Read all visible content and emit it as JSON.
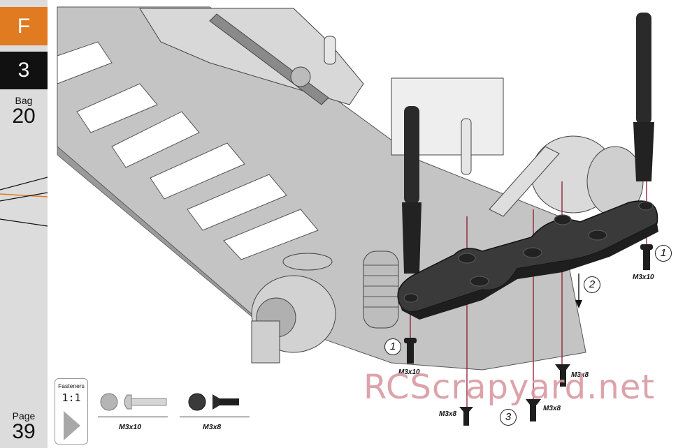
{
  "sidebar": {
    "section_letter": "F",
    "step_number": "3",
    "bag_label": "Bag",
    "bag_number": "20",
    "page_label": "Page",
    "page_number": "39",
    "colors": {
      "section": "#e07b22",
      "step": "#111111",
      "background": "#dcdcdc"
    }
  },
  "callouts": {
    "screw_m3x10_right": "M3x10",
    "screw_m3x10_left": "M3x10",
    "screw_m3x8_a": "M3x8",
    "screw_m3x8_b": "M3x8",
    "screw_m3x8_c": "M3x8",
    "step_marks": [
      "1",
      "2",
      "1",
      "3"
    ]
  },
  "fasteners": {
    "title": "Fasteners",
    "scale": "1:1",
    "items": [
      {
        "label": "M3x10",
        "icon": "button-head-screw-icon"
      },
      {
        "label": "M3x8",
        "icon": "flat-head-screw-icon"
      }
    ]
  },
  "watermark": "RCScrapyard.net"
}
